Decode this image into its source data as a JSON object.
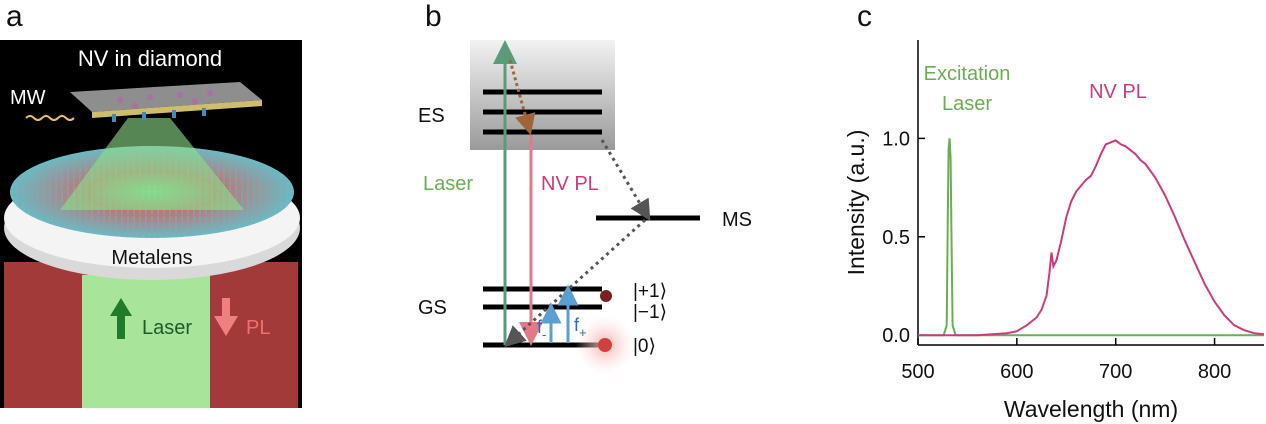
{
  "panels": {
    "a": {
      "letter": "a",
      "title": "NV in diamond",
      "mw_label": "MW",
      "metalens_label": "Metalens",
      "laser_label": "Laser",
      "pl_label": "PL"
    },
    "b": {
      "letter": "b",
      "es_label": "ES",
      "gs_label": "GS",
      "ms_label": "MS",
      "laser_label": "Laser",
      "nvpl_label": "NV PL",
      "state_plus1": "|+1⟩",
      "state_minus1": "|−1⟩",
      "state_zero": "|0⟩",
      "f_minus": "f",
      "f_minus_sub": "-",
      "f_plus": "f",
      "f_plus_sub": "+"
    },
    "c": {
      "letter": "c"
    }
  },
  "colors": {
    "laser_green": "#6aae52",
    "nv_pink": "#cc3b7e",
    "arrow_green": "#5a9c7a",
    "arrow_pink": "#e07a86",
    "mw_blue": "#5a9fd0",
    "metalens_red": "#a33a3a"
  },
  "chart_data": {
    "type": "line",
    "xlabel": "Wavelength (nm)",
    "ylabel": "Intensity (a.u.)",
    "xlim": [
      500,
      850
    ],
    "ylim": [
      -0.05,
      1.5
    ],
    "xticks": [
      500,
      600,
      700,
      800
    ],
    "yticks": [
      0.0,
      0.5,
      1.0
    ],
    "ytick_labels": [
      "0.0",
      "0.5",
      "1.0"
    ],
    "grid": false,
    "annotations": [
      {
        "text": "Excitation",
        "color": "#6aae52"
      },
      {
        "text": "Laser",
        "color": "#6aae52"
      },
      {
        "text": "NV PL",
        "color": "#cc3b7e"
      }
    ],
    "series": [
      {
        "color": "#6aae52",
        "x": [
          500,
          526,
          529,
          530,
          531,
          532,
          533,
          534,
          535,
          538,
          850
        ],
        "y": [
          0,
          0,
          0.05,
          0.55,
          0.95,
          1.0,
          0.9,
          0.45,
          0.05,
          0,
          0
        ]
      },
      {
        "color": "#cc3b7e",
        "x": [
          500,
          560,
          590,
          600,
          610,
          620,
          625,
          630,
          633,
          635,
          637,
          640,
          645,
          650,
          655,
          660,
          665,
          670,
          675,
          680,
          685,
          690,
          695,
          700,
          705,
          710,
          715,
          720,
          725,
          730,
          740,
          750,
          760,
          770,
          780,
          790,
          800,
          810,
          820,
          830,
          840,
          850
        ],
        "y": [
          0,
          0.0,
          0.01,
          0.02,
          0.05,
          0.09,
          0.13,
          0.2,
          0.32,
          0.42,
          0.35,
          0.38,
          0.48,
          0.6,
          0.68,
          0.73,
          0.76,
          0.79,
          0.81,
          0.86,
          0.92,
          0.97,
          0.98,
          0.99,
          0.97,
          0.96,
          0.94,
          0.92,
          0.89,
          0.87,
          0.8,
          0.71,
          0.6,
          0.48,
          0.37,
          0.26,
          0.17,
          0.1,
          0.05,
          0.025,
          0.01,
          0.005
        ]
      }
    ]
  }
}
